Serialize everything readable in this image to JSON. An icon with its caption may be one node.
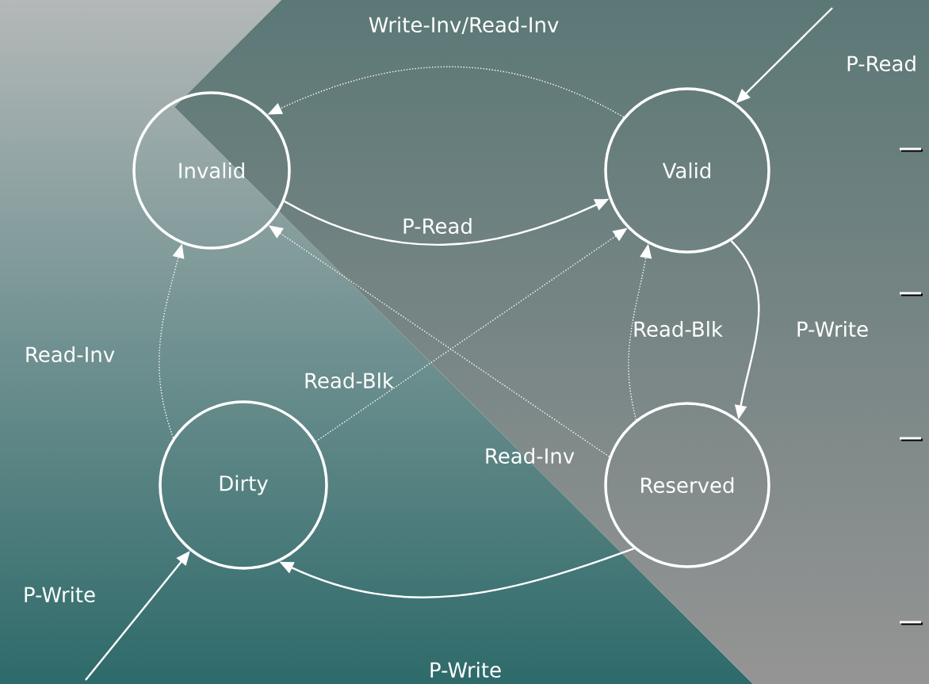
{
  "diagram": {
    "nodes": [
      {
        "text": [
          "Invalid"
        ]
      },
      {
        "text": [
          "Valid"
        ]
      },
      {
        "text": [
          "Dirty"
        ]
      },
      {
        "text": [
          "Reserved"
        ]
      }
    ],
    "edges": [
      {
        "from": 1,
        "to": 0,
        "arrow": "to",
        "label": "Write-Inv/Read-Inv",
        "style": "dashed"
      },
      {
        "from": null,
        "to": 1,
        "arrow": "to",
        "label": "P-Read"
      },
      {
        "from": 0,
        "to": 1,
        "arrow": "to",
        "label": "P-Read"
      },
      {
        "from": 1,
        "to": 3,
        "arrow": "to",
        "label": "P-Write"
      },
      {
        "from": 3,
        "to": 1,
        "arrow": "to",
        "label": "Read-Blk",
        "style": "dashed"
      },
      {
        "from": 2,
        "to": 1,
        "arrow": "to",
        "label": "Read-Blk",
        "style": "dashed"
      },
      {
        "from": 3,
        "to": 0,
        "arrow": "to",
        "label": "Read-Inv",
        "style": "dashed"
      },
      {
        "from": 2,
        "to": 0,
        "arrow": "to",
        "label": "Read-Inv",
        "style": "dashed"
      },
      {
        "from": 3,
        "to": 2,
        "arrow": "to",
        "label": "P-Write"
      },
      {
        "from": null,
        "to": 2,
        "arrow": "to",
        "label": "P-Write"
      }
    ]
  }
}
